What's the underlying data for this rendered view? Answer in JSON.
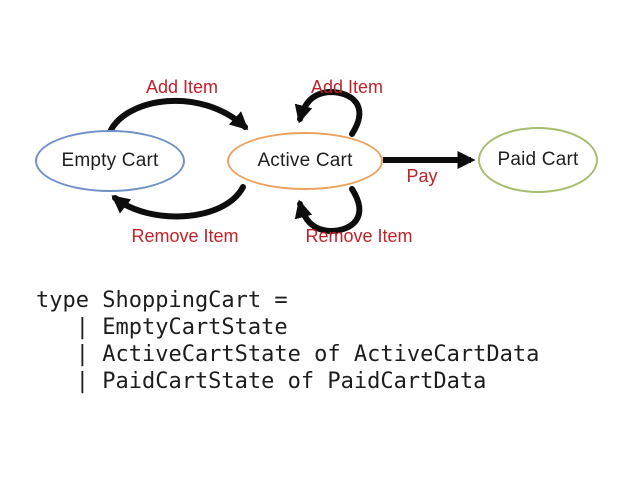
{
  "diagram": {
    "states": [
      {
        "label": "Empty Cart",
        "border_color": "#7191c4"
      },
      {
        "label": "Active Cart",
        "border_color": "#eca25f"
      },
      {
        "label": "Paid Cart",
        "border_color": "#a8bc72"
      }
    ],
    "transition_labels": [
      {
        "label": "Add Item",
        "from": "Empty Cart",
        "to": "Active Cart"
      },
      {
        "label": "Add Item",
        "from": "Active Cart",
        "to": "Active Cart"
      },
      {
        "label": "Remove Item",
        "from": "Active Cart",
        "to": "Empty Cart"
      },
      {
        "label": "Remove Item",
        "from": "Active Cart",
        "to": "Active Cart"
      },
      {
        "label": "Pay",
        "from": "Active Cart",
        "to": "Paid Cart"
      }
    ],
    "label_color": "#bf2228",
    "arrow_color": "#0d0d0d",
    "background_color": "#ffffff"
  },
  "code": {
    "lines": [
      "type ShoppingCart =",
      "   | EmptyCartState",
      "   | ActiveCartState of ActiveCartData",
      "   | PaidCartState of PaidCartData"
    ],
    "text_color": "#1d1d1d"
  }
}
